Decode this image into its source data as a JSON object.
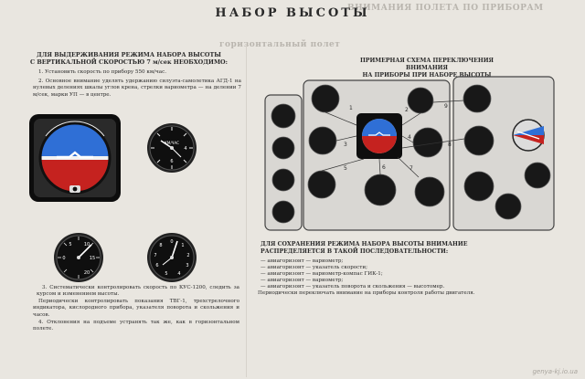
{
  "page": {
    "title": "НАБОР ВЫСОТЫ",
    "ghost_lines": [
      "ВНИМАНИЯ ПОЛЕТА ПО ПРИБОРАМ",
      "горизонтальный полет"
    ]
  },
  "left": {
    "heading": [
      "ДЛЯ ВЫДЕРЖИВАНИЯ РЕЖИМА НАБОРА ВЫСОТЫ",
      "С ВЕРТИКАЛЬНОЙ СКОРОСТЬЮ 7 м/сек НЕОБХОДИМО:"
    ],
    "para1": "1. Установить скорость по прибору 550 км/час.",
    "para2": "2. Основное внимание уделять удержанию силуэта-самолетика АГД-1 на нулевых делениях шкалы углов крена, стрелки вариометра — на делении 7 м/сек, марки УП — в центре.",
    "para3": "3. Систематически контролировать скорость по КУС-1200, следить за курсом и изменением высоты.",
    "para4": "Периодически контролировать показания ТВГ-1, трехстрелочного индикатора, кислородного прибора, указателя поворота и скольжения и часов.",
    "para5": "4. Отклонения на подъеме устранять так же, как в горизонтальном полете."
  },
  "right": {
    "heading": [
      "ПРИМЕРНАЯ СХЕМА ПЕРЕКЛЮЧЕНИЯ ВНИМАНИЯ",
      "НА ПРИБОРЫ ПРИ НАБОРЕ ВЫСОТЫ"
    ],
    "instruction": "ДЛЯ СОХРАНЕНИЯ РЕЖИМА НАБОРА ВЫСОТЫ ВНИМАНИЕ РАСПРЕДЕЛЯЕТСЯ В ТАКОЙ ПОСЛЕДОВАТЕЛЬНОСТИ:",
    "sequence": [
      "— авиагоризонт — вариометр;",
      "— авиагоризонт — указатель скорости;",
      "— авиагоризонт — вариометр-компас ГИК-1;",
      "— авиагоризонт — вариометр;",
      "— авиагоризонт — указатель поворота и скольжения — высотомер."
    ],
    "footer": "Периодически переключать внимание на приборы контроля работы двигателя."
  },
  "gauges": {
    "speed_label": "КМ/ЧАС",
    "speed_ticks": [
      "0",
      "2",
      "4",
      "6",
      "8",
      "10"
    ],
    "vario_ticks": [
      "0",
      "5",
      "10",
      "15",
      "20"
    ],
    "alt_ticks": [
      "0",
      "1",
      "2",
      "3",
      "4",
      "5",
      "6",
      "7",
      "8",
      "9"
    ]
  },
  "scheme_numbers": [
    "1",
    "2",
    "3",
    "4",
    "5",
    "6",
    "7",
    "8",
    "9"
  ],
  "colors": {
    "sky": "#2f6fd6",
    "ground": "#c5221f",
    "panel": "#d8d6d2",
    "bezel": "#101010"
  },
  "watermark": "genya-kj.io.ua"
}
